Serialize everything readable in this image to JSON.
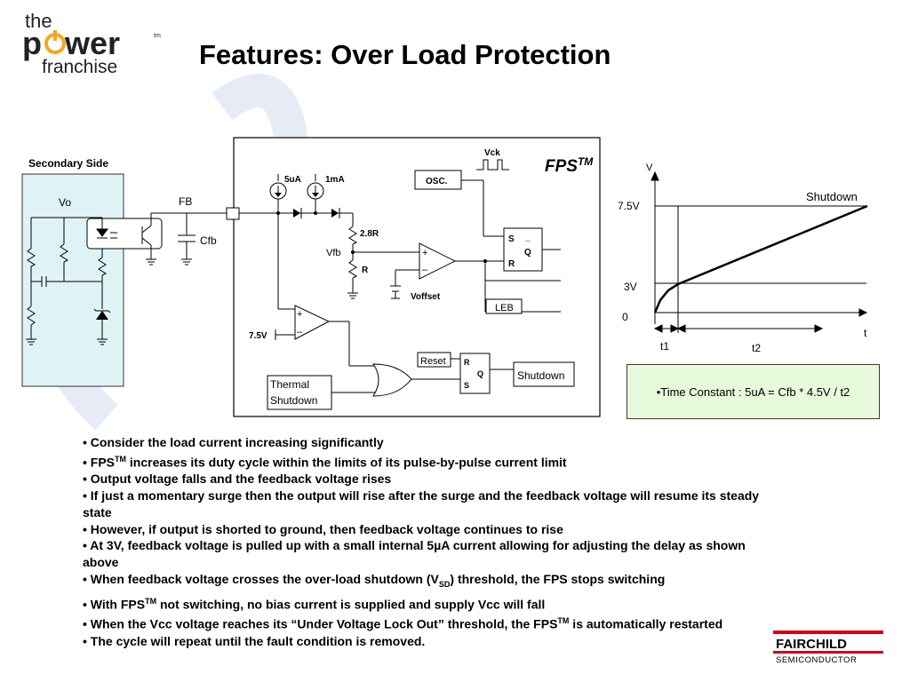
{
  "logo": {
    "line1": "the",
    "line2_a": "p",
    "line2_b": "wer",
    "line3": "franchise",
    "tm": "tm"
  },
  "title": "Features:  Over Load Protection",
  "secondary": {
    "label": "Secondary Side",
    "vo": "Vo"
  },
  "circuit": {
    "fb": "FB",
    "cfb": "Cfb",
    "vck": "Vck",
    "fps": "FPS",
    "fps_tm": "TM",
    "osc": "OSC.",
    "i_5ua": "5uA",
    "i_1ma": "1mA",
    "r_28": "2.8R",
    "r": "R",
    "vfb": "Vfb",
    "plus": "+",
    "minus": "–",
    "voffset": "Voffset",
    "leb": "LEB",
    "v75": "7.5V",
    "reset": "Reset",
    "thermal1": "Thermal",
    "thermal2": "Shutdown",
    "shutdown": "Shutdown",
    "s": "S",
    "q": "Q",
    "qbar": "Q",
    "rr": "R",
    "bar": "_"
  },
  "graph": {
    "v_axis": "V",
    "t_axis": "t",
    "v75": "7.5V",
    "v3": "3V",
    "zero": "0",
    "t1": "t1",
    "t2": "t2",
    "shutdown": "Shutdown"
  },
  "time_constant": "•Time Constant  :    5uA = Cfb * 4.5V / t2",
  "bullets": {
    "b1": "• Consider the load current increasing significantly",
    "b2a": "• FPS",
    "b2tm": "TM",
    "b2b": " increases its duty cycle within the limits of its pulse-by-pulse current limit",
    "b3": "• Output voltage falls and the feedback voltage rises",
    "b4": "• If just a momentary surge then the output will rise after the surge and the feedback voltage will resume its steady state",
    "b5": "• However, if output is shorted to ground, then feedback voltage continues to rise",
    "b6": "• At 3V, feedback voltage is pulled up with a small internal 5µA current allowing for adjusting the delay as shown above",
    "b7a": "• When feedback voltage crosses the over-load shutdown (V",
    "b7sub": "SD",
    "b7b": ") threshold, the FPS stops switching",
    "b8a": "• With FPS",
    "b8tm": "TM",
    "b8b": " not switching, no bias current is supplied and supply Vcc will fall",
    "b9a": "• When the Vcc voltage reaches its “Under Voltage Lock Out” threshold, the FPS",
    "b9tm": "TM",
    "b9b": " is automatically restarted",
    "b10": "• The cycle will repeat until the fault condition is removed."
  },
  "fairchild": {
    "name": "FAIRCHILD",
    "sub": "SEMICONDUCTOR"
  },
  "colors": {
    "secondary_fill": "#dff3f6",
    "tc_fill": "#e8fadc",
    "watermark": "#e3e8f5"
  }
}
